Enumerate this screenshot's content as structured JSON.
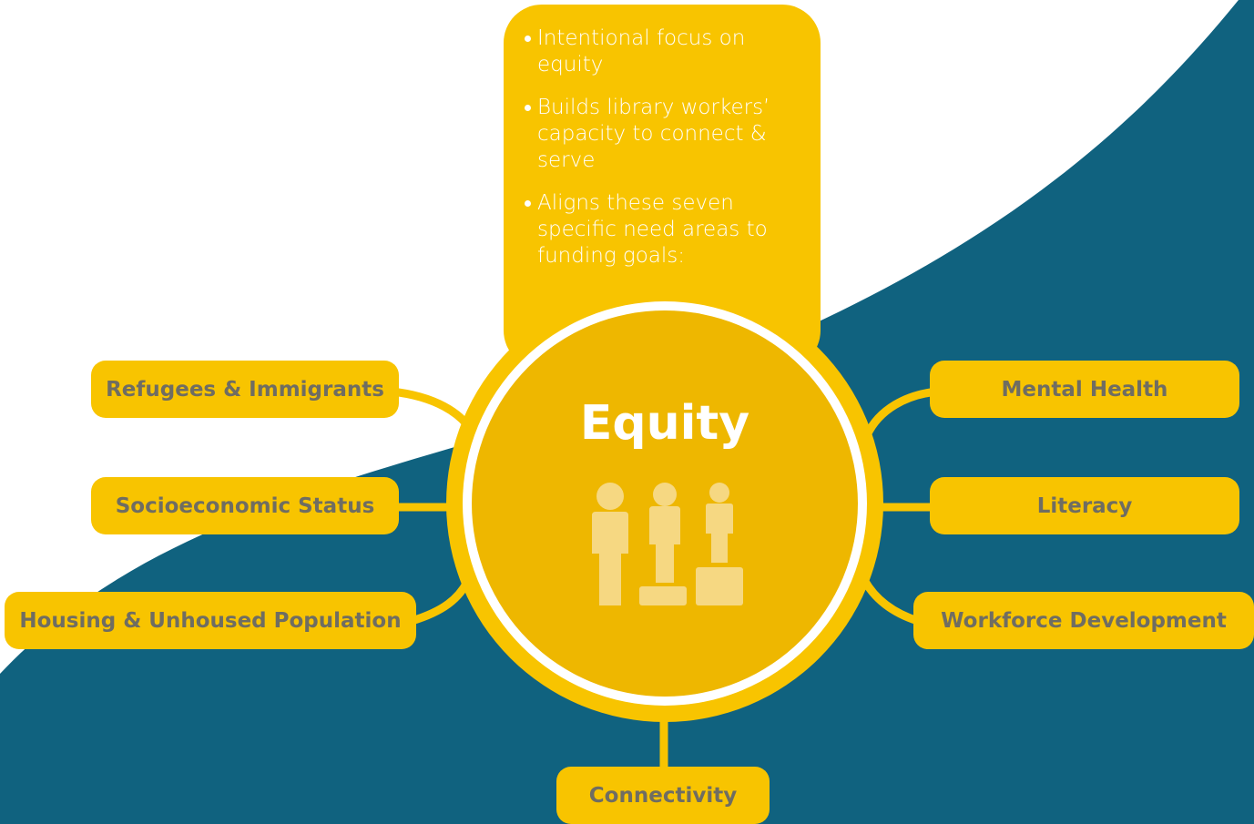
{
  "colors": {
    "navy": "#10627f",
    "gold": "#f8c400",
    "gold_dark": "#eeb700",
    "label_text": "#6f6d62",
    "people_icon": "#f6d882"
  },
  "hub": {
    "title": "Equity",
    "icon": "equity-people-on-pedestals-icon"
  },
  "description": {
    "bullets": [
      "Intentional focus on equity",
      "Builds library workers’ capacity to connect & serve",
      "Aligns these seven specific need areas to funding goals:"
    ]
  },
  "need_areas": {
    "refugees": "Refugees & Immigrants",
    "socioeconomic": "Socioeconomic Status",
    "housing": "Housing & Unhoused Population",
    "mental_health": "Mental Health",
    "literacy": "Literacy",
    "workforce": "Workforce Development",
    "connectivity": "Connectivity"
  }
}
